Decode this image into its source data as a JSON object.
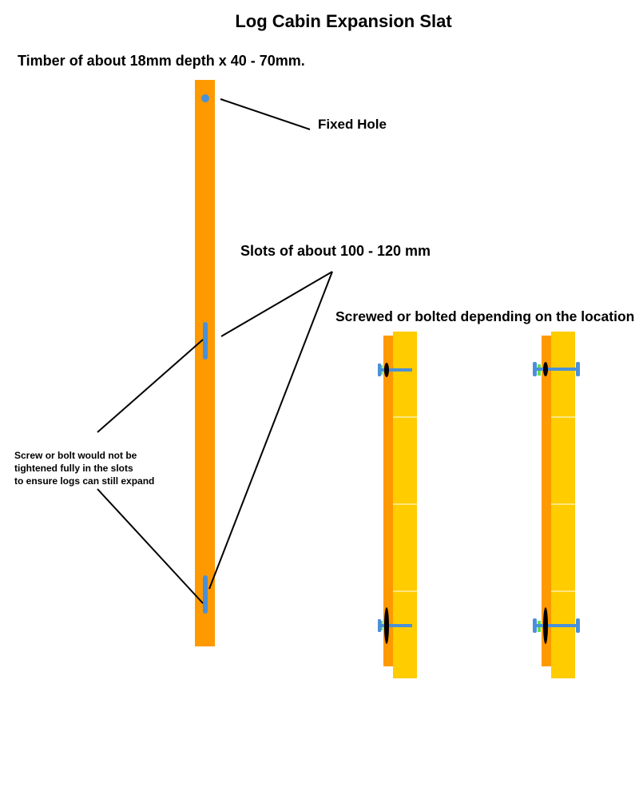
{
  "title": "Log Cabin Expansion Slat",
  "labels": {
    "timber": "Timber of about 18mm depth x 40 - 70mm.",
    "fixed_hole": "Fixed Hole",
    "slots": "Slots of about 100 - 120 mm",
    "screwed": "Screwed or bolted depending on the location",
    "note_line1": "Screw or bolt would not be",
    "note_line2": "tightened fully in the slots",
    "note_line3": "to ensure logs can still expand"
  },
  "colors": {
    "slat": "#ff9900",
    "log": "#ffcc00",
    "fixing": "#4a90d9",
    "washer": "#66dd44",
    "nut": "#000000",
    "leader": "#000000"
  }
}
